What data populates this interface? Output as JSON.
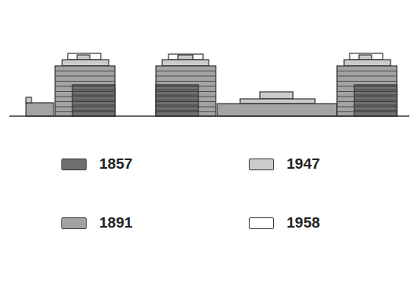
{
  "diagram": {
    "legend": [
      {
        "text": "1857",
        "color": "#6f6f6f"
      },
      {
        "text": "1947",
        "color": "#cbcbcb"
      },
      {
        "text": "1891",
        "color": "#a3a3a3"
      },
      {
        "text": "1958",
        "color": "#ffffff"
      }
    ]
  }
}
